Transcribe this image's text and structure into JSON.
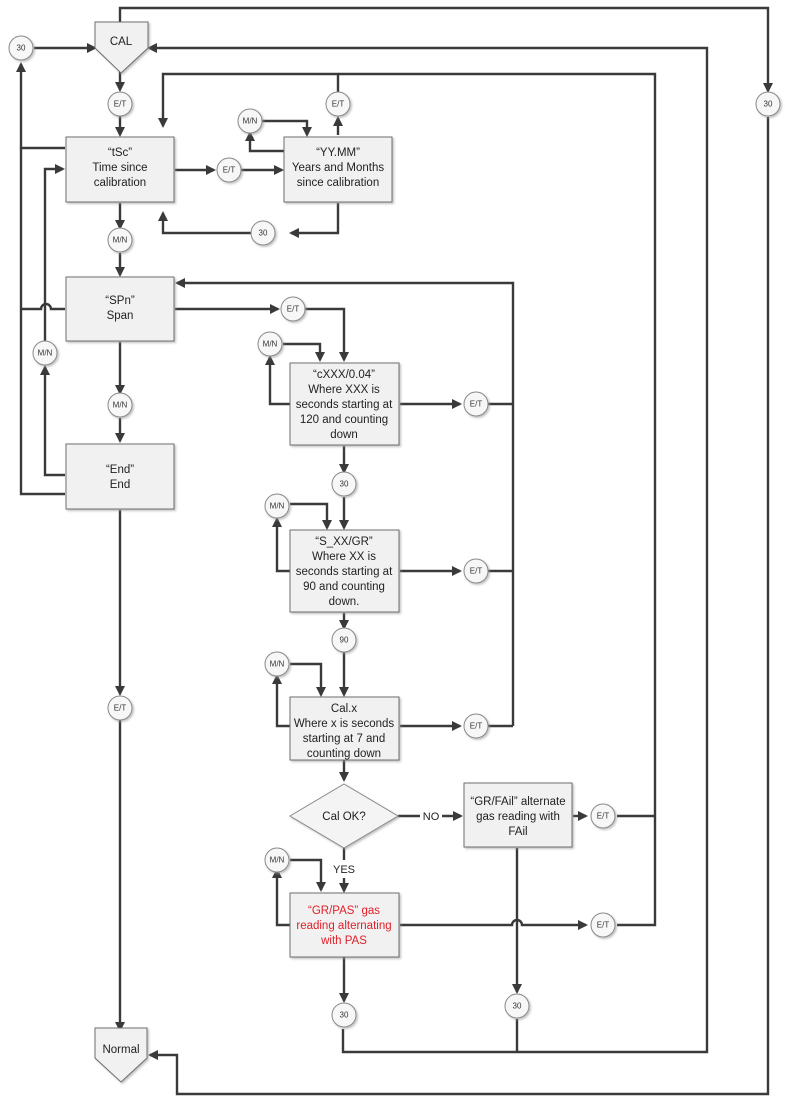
{
  "diagram": {
    "terminals": {
      "start": "CAL",
      "end": "Normal"
    },
    "states": {
      "tsc": [
        "“tSc”",
        "Time since",
        "calibration"
      ],
      "yymm": [
        "“YY.MM”",
        "Years and Months",
        "since calibration"
      ],
      "spn": [
        "“SPn”",
        "Span"
      ],
      "end": [
        "“End”",
        "End"
      ],
      "cxxx": [
        "“cXXX/0.04”",
        "Where XXX is",
        "seconds starting at",
        "120 and counting",
        "down"
      ],
      "sxx": [
        "“S_XX/GR”",
        "Where XX is",
        "seconds starting at",
        "90 and counting",
        "down."
      ],
      "calx": [
        "Cal.x",
        "Where x is seconds",
        "starting at 7 and",
        "counting down"
      ],
      "fail": [
        "“GR/FAil” alternate",
        "gas reading with",
        "FAil"
      ],
      "pas": [
        "“GR/PAS” gas",
        "reading alternating",
        "with PAS"
      ]
    },
    "decision": "Cal OK?",
    "branch_labels": {
      "no": "NO",
      "yes": "YES"
    },
    "events": {
      "et": "E/T",
      "mn": "M/N",
      "t30": "30",
      "t90": "90"
    },
    "colors": {
      "highlight_text": "#e0202a"
    }
  }
}
